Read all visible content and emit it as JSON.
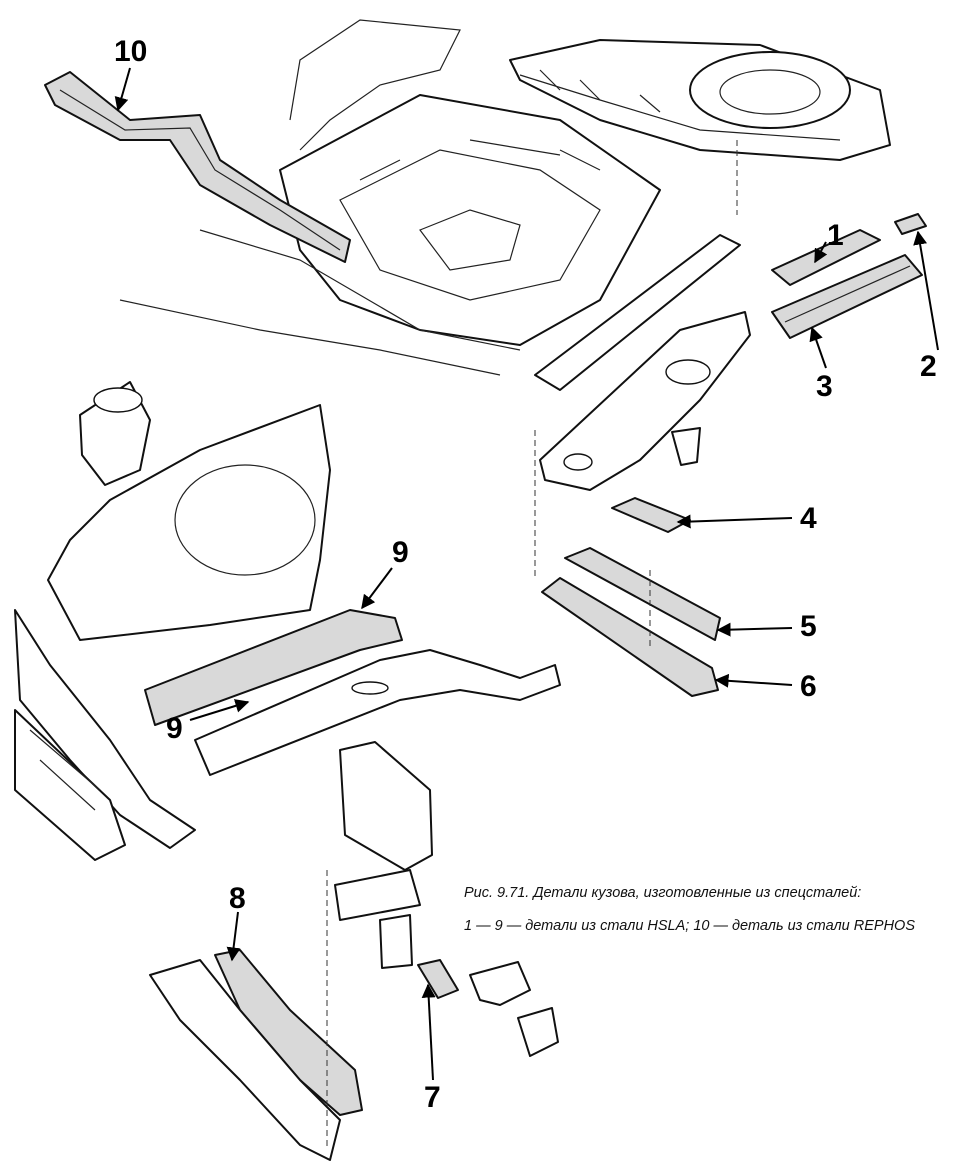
{
  "figure": {
    "caption_title": "Рис. 9.71. Детали кузова, изготовленные из спецсталей:",
    "caption_legend": "1 — 9 — детали из стали HSLA; 10 — деталь из стали REPHOS"
  },
  "callouts": [
    "1",
    "2",
    "3",
    "4",
    "5",
    "6",
    "7",
    "8",
    "9",
    "9",
    "10"
  ]
}
